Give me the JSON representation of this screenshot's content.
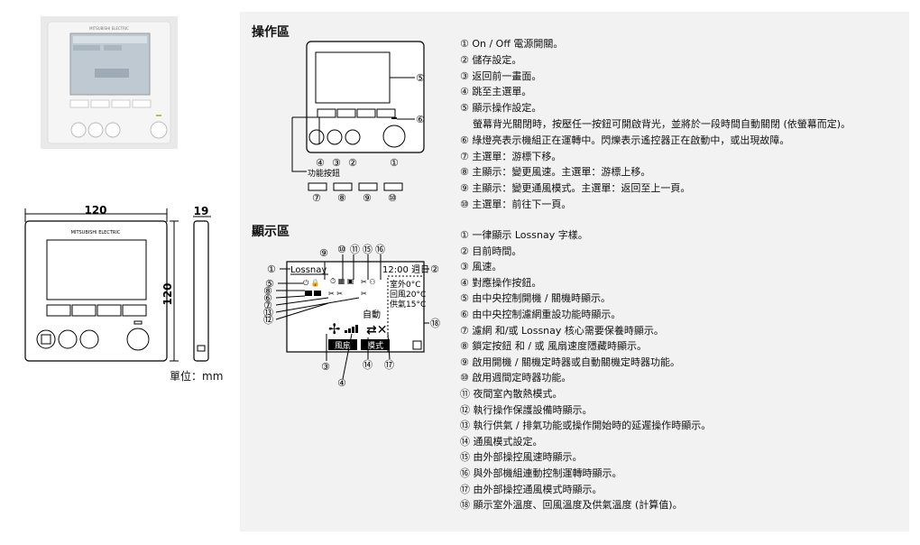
{
  "photo": {
    "brand": "MITSUBISHI ELECTRIC"
  },
  "dimension_drawing": {
    "width_label": "120",
    "height_label": "120",
    "depth_label": "19",
    "unit_label": "單位：mm",
    "brand": "MITSUBISHI ELECTRIC"
  },
  "operation_section": {
    "title": "操作區",
    "callouts": [
      "④",
      "③",
      "②",
      "①",
      "⑤",
      "⑥",
      "⑦",
      "⑧",
      "⑨",
      "⑩"
    ],
    "function_button_label": "功能按鈕",
    "items": [
      "① On / Off 電源開關。",
      "② 儲存設定。",
      "③ 返回前一畫面。",
      "④ 跳至主選單。",
      "⑤ 顯示操作設定。",
      "螢幕背光關閉時，按壓任一按鈕可開啟背光，並將於一段時間自動關閉 (依螢幕而定)。",
      "⑥ 綠燈亮表示機組正在運轉中。閃爍表示遙控器正在啟動中，或出現故障。",
      "⑦ 主選單：游標下移。",
      "⑧ 主顯示：變更風速。主選單：游標上移。",
      "⑨ 主顯示：變更通風模式。主選單：返回至上一頁。",
      "⑩ 主選單：前往下一頁。"
    ]
  },
  "display_section": {
    "title": "顯示區",
    "screen": {
      "brand_text": "Lossnay",
      "time_text": "12:00 週日",
      "temp_outdoor": "室外0°C",
      "temp_return": "回風20°C",
      "temp_supply": "供氣15°C",
      "mode_text": "自動",
      "fan_button": "風扇",
      "mode_button": "模式"
    },
    "callouts": [
      "⑨",
      "⑩",
      "⑪",
      "⑮",
      "⑯",
      "①",
      "②",
      "⑤",
      "⑧",
      "⑥",
      "⑦",
      "⑬",
      "⑫",
      "⑱",
      "③",
      "⑭",
      "⑰",
      "④"
    ],
    "items": [
      "① 一律顯示 Lossnay 字樣。",
      "② 目前時間。",
      "③ 風速。",
      "④ 對應操作按鈕。",
      "⑤ 由中央控制開機 / 關機時顯示。",
      "⑥ 由中央控制濾網重設功能時顯示。",
      "⑦ 濾網 和/或 Lossnay 核心需要保養時顯示。",
      "⑧ 鎖定按鈕 和 / 或 風扇速度隱藏時顯示。",
      "⑨ 啟用開機 / 關機定時器或自動關機定時器功能。",
      "⑩ 啟用週間定時器功能。",
      "⑪ 夜間室內散熱模式。",
      "⑫ 執行操作保護設備時顯示。",
      "⑬ 執行供氣 / 排氣功能或操作開始時的延遲操作時顯示。",
      "⑭ 通風模式設定。",
      "⑮ 由外部操控風速時顯示。",
      "⑯ 與外部機組連動控制運轉時顯示。",
      "⑰ 由外部操控通風模式時顯示。",
      "⑱ 顯示室外溫度、回風溫度及供氣溫度 (計算值)。"
    ]
  }
}
